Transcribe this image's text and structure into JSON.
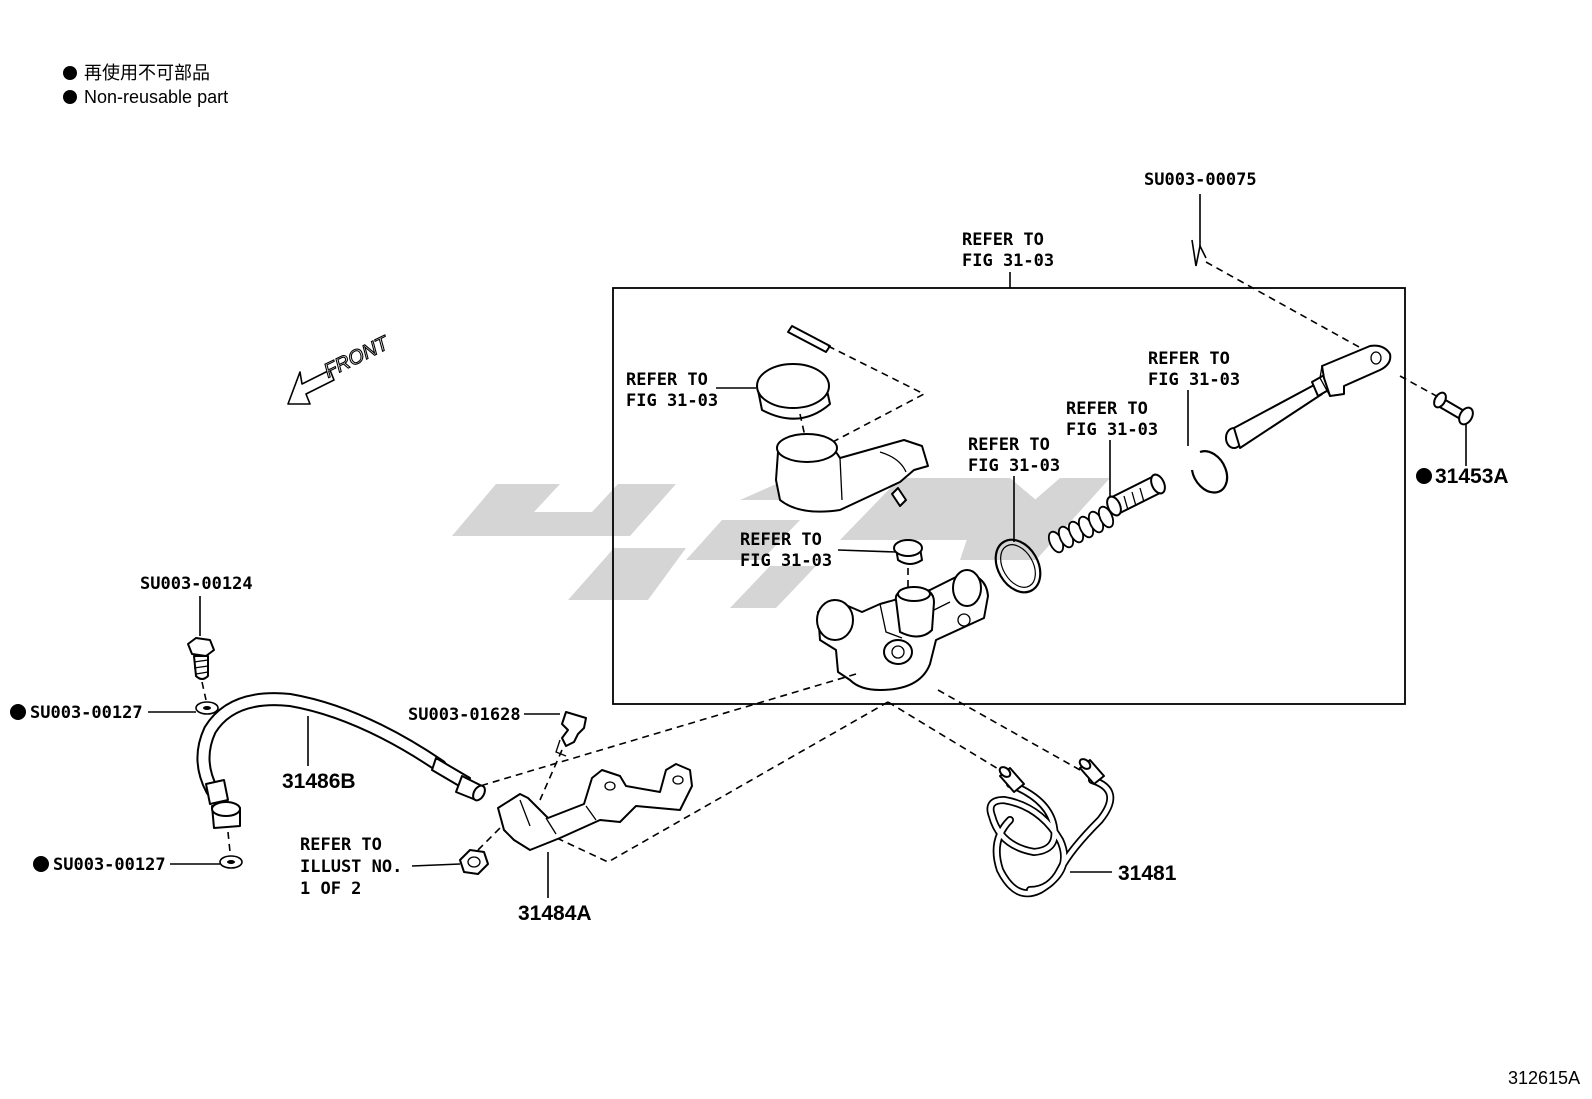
{
  "legend": {
    "jp": "再使用不可部品",
    "en": "Non-reusable part"
  },
  "front_label": "FRONT",
  "refer_fig": "FIG 31-03",
  "refer_to": "REFER TO",
  "refer_illust": {
    "line1": "REFER TO",
    "line2": "ILLUST NO.",
    "line3": "1 OF 2"
  },
  "callouts": {
    "su75": "SU003-00075",
    "su124": "SU003-00124",
    "su127a": "SU003-00127",
    "su127b": "SU003-00127",
    "su1628": "SU003-01628"
  },
  "parts": {
    "p31453A": "31453A",
    "p31486B": "31486B",
    "p31484A": "31484A",
    "p31481": "31481"
  },
  "figure_id": "312615A",
  "colors": {
    "line": "#000000",
    "watermark": "#d0d0d0"
  }
}
